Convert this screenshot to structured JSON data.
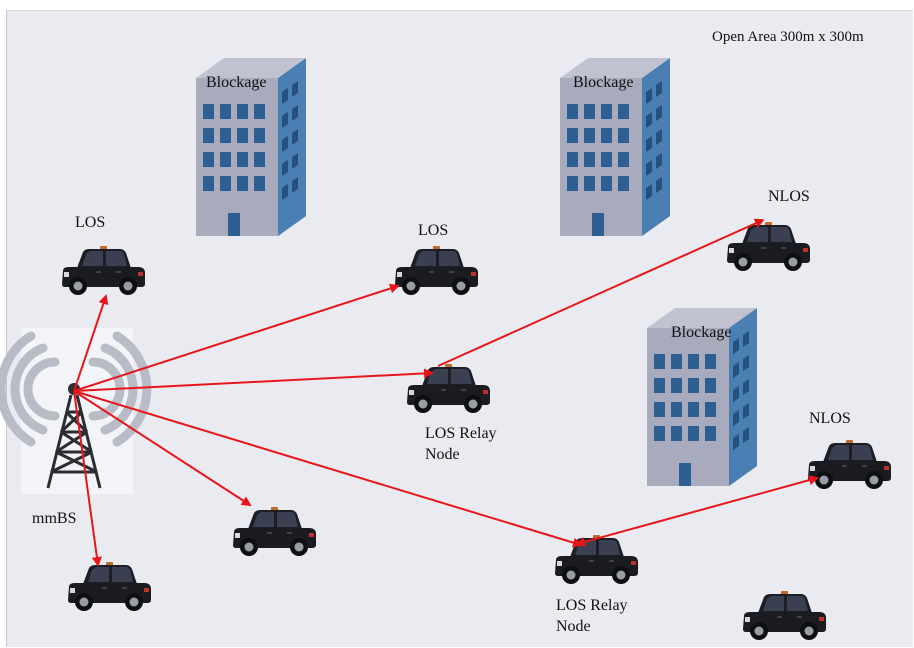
{
  "area_label": "Open Area 300m x 300m",
  "blockage_label": "Blockage",
  "los_label": "LOS",
  "nlos_label": "NLOS",
  "relay_label_line1": "LOS Relay",
  "relay_label_line2": "Node",
  "base_station_label": "mmBS",
  "colors": {
    "background": "#eaebf1",
    "link_arrow": "#e8161b",
    "building_front": "#a7abbc",
    "building_side": "#4a7fb4",
    "window": "#2e5f92",
    "car_body": "#1a1c22"
  },
  "icons": [
    "building-icon",
    "car-icon",
    "tower-icon",
    "arrow"
  ]
}
